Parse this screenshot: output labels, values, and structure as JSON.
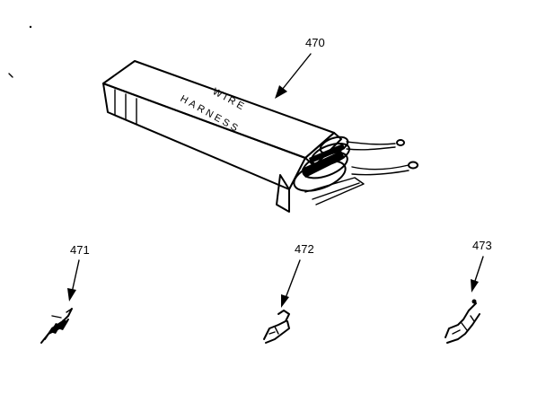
{
  "parts": [
    {
      "callout": "470",
      "box_text_line1": "WIRE",
      "box_text_line2": "HARNESS"
    },
    {
      "callout": "471"
    },
    {
      "callout": "472"
    },
    {
      "callout": "473"
    }
  ]
}
